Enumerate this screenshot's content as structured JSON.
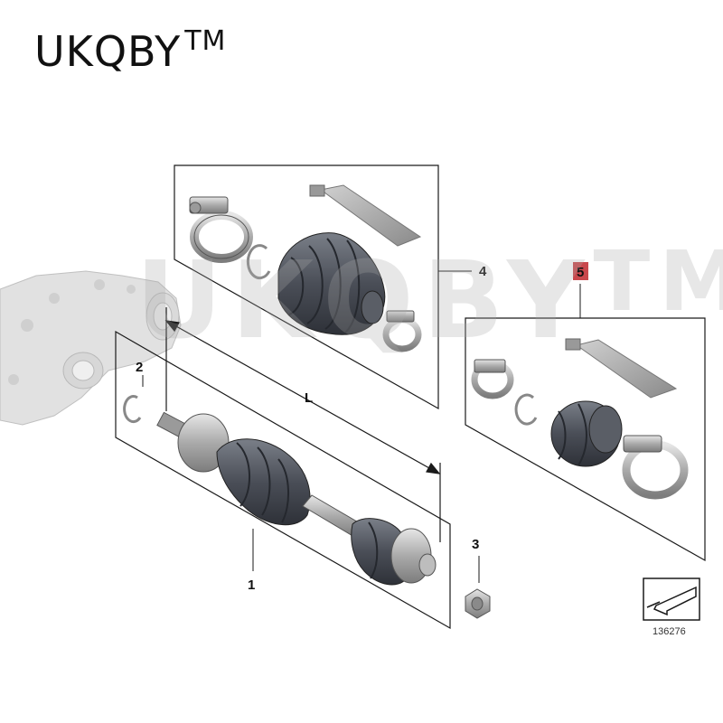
{
  "brand": {
    "name": "UKQBY",
    "tm": "TM"
  },
  "watermark": {
    "name": "UKQBY",
    "tm": "TM"
  },
  "labels": {
    "part1": "1",
    "part2": "2",
    "part3": "3",
    "part4": "4",
    "part5": "5",
    "length": "L"
  },
  "reference_number": "136276",
  "colors": {
    "highlight": "#c0272d",
    "boot": "#4a4e57",
    "metal": "#b5b5b5",
    "frame": "#1a1a1a"
  }
}
